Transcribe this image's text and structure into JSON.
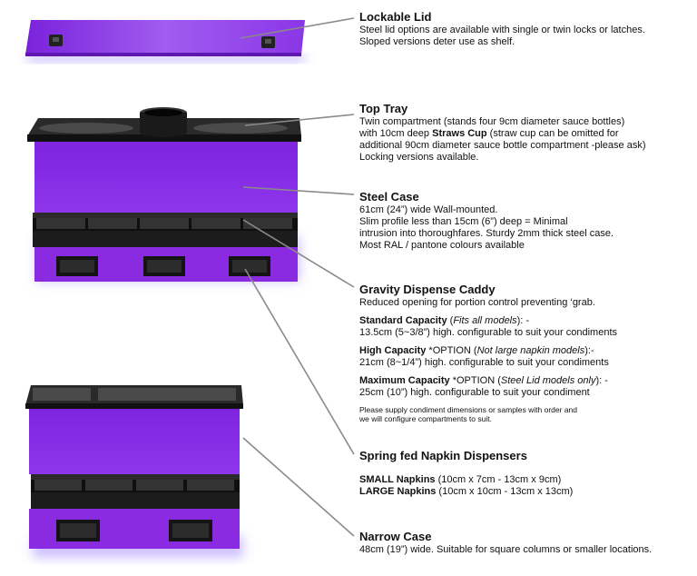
{
  "colors": {
    "purple": "#8a2be2",
    "purple_dark": "#6a1fbf",
    "tray": "#1a1a1a",
    "glow": "#b9a6ff",
    "leader": "#8a8a8a"
  },
  "lockable_lid": {
    "title": "Lockable Lid",
    "lines": [
      "Steel lid options are available with single or twin locks or latches.",
      "Sloped versions deter use as shelf."
    ]
  },
  "top_tray": {
    "title": "Top Tray",
    "line1": "Twin compartment (stands four 9cm diameter sauce bottles)",
    "line2_pre": "with 10cm deep ",
    "line2_bold": "Straws Cup",
    "line2_post": " (straw cup can be omitted for",
    "line3": "additional 90cm diameter sauce bottle compartment -please ask)",
    "line4": "Locking versions available."
  },
  "steel_case": {
    "title": "Steel Case",
    "lines": [
      "61cm (24”) wide Wall-mounted.",
      "Slim profile less than 15cm (6”) deep = Minimal",
      "intrusion into thoroughfares. Sturdy 2mm thick steel case.",
      "Most RAL / pantone colours available"
    ]
  },
  "gravity_caddy": {
    "title": "Gravity Dispense Caddy",
    "intro": "Reduced opening for portion control preventing ‘grab.",
    "standard": {
      "label": "Standard Capacity",
      "pre": "  (",
      "italic": "Fits all models",
      "post": "): -",
      "detail": "13.5cm (5~3/8”) high.   configurable to suit your condiments"
    },
    "high": {
      "label": "High Capacity",
      "pre": "  *OPTION (",
      "italic": "Not large napkin models",
      "post": "):-",
      "detail": " 21cm (8~1/4”) high.  configurable to suit your condiments"
    },
    "maximum": {
      "label": "Maximum Capacity",
      "pre": " *OPTION (",
      "italic": "Steel Lid models only",
      "post": "): -",
      "detail": " 25cm (10”) high.  configurable to suit your condiment"
    },
    "note_lines": [
      "Please supply condiment dimensions or samples with order and",
      "we will configure compartments to suit."
    ]
  },
  "napkin": {
    "title": "Spring fed Napkin Dispensers",
    "small_label": "SMALL Napkins",
    "small_detail": " (10cm x 7cm - 13cm x 9cm)",
    "large_label": "LARGE Napkins",
    "large_detail": " (10cm x 10cm - 13cm x 13cm)"
  },
  "narrow_case": {
    "title": "Narrow Case",
    "line": "48cm (19”) wide. Suitable for square columns or smaller locations."
  }
}
